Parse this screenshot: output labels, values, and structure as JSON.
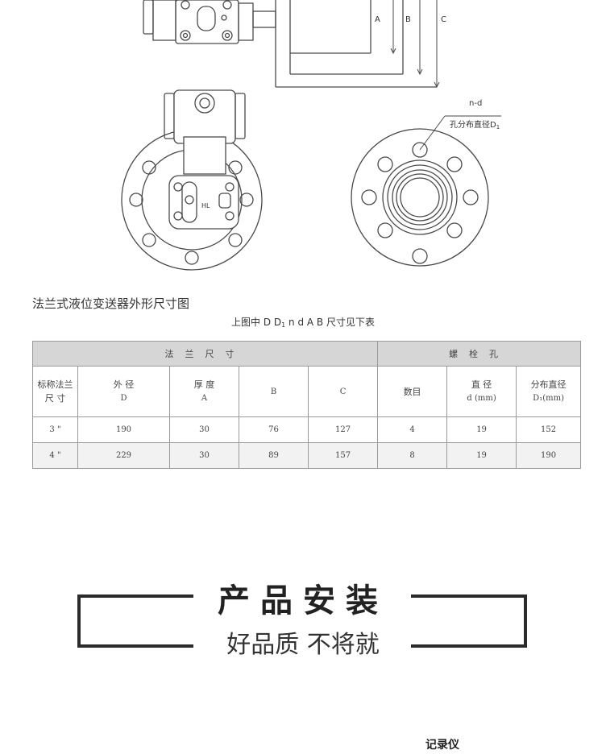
{
  "drawing": {
    "dim_labels": {
      "a": "A",
      "b": "B",
      "c": "C"
    },
    "hole_callout": {
      "line1": "n-d",
      "line2": "孔分布直径D",
      "line2_sub": "1"
    },
    "body_label": "HL"
  },
  "captions": {
    "main": "法兰式液位变送器外形尺寸图",
    "sub_prefix": "上图中 D D",
    "sub_sub": "1",
    "sub_suffix": " n d A B 尺寸见下表"
  },
  "table": {
    "group_headers": [
      "法兰尺寸",
      "螺栓孔"
    ],
    "columns": [
      {
        "line1": "标称法兰",
        "line2": "尺 寸"
      },
      {
        "line1": "外 径",
        "line2": "D"
      },
      {
        "line1": "厚 度",
        "line2": "A"
      },
      {
        "line1": "B",
        "line2": ""
      },
      {
        "line1": "C",
        "line2": ""
      },
      {
        "line1": "数目",
        "line2": ""
      },
      {
        "line1": "直 径",
        "line2": "d (mm)"
      },
      {
        "line1": "分布直径",
        "line2": "D₁(mm)"
      }
    ],
    "rows": [
      [
        "3 \"",
        "190",
        "30",
        "76",
        "127",
        "4",
        "19",
        "152"
      ],
      [
        "4 \"",
        "229",
        "30",
        "89",
        "157",
        "8",
        "19",
        "190"
      ]
    ]
  },
  "banner": {
    "title": "产品安装",
    "subtitle": "好品质 不将就"
  },
  "footer": {
    "label": "记录仪"
  }
}
